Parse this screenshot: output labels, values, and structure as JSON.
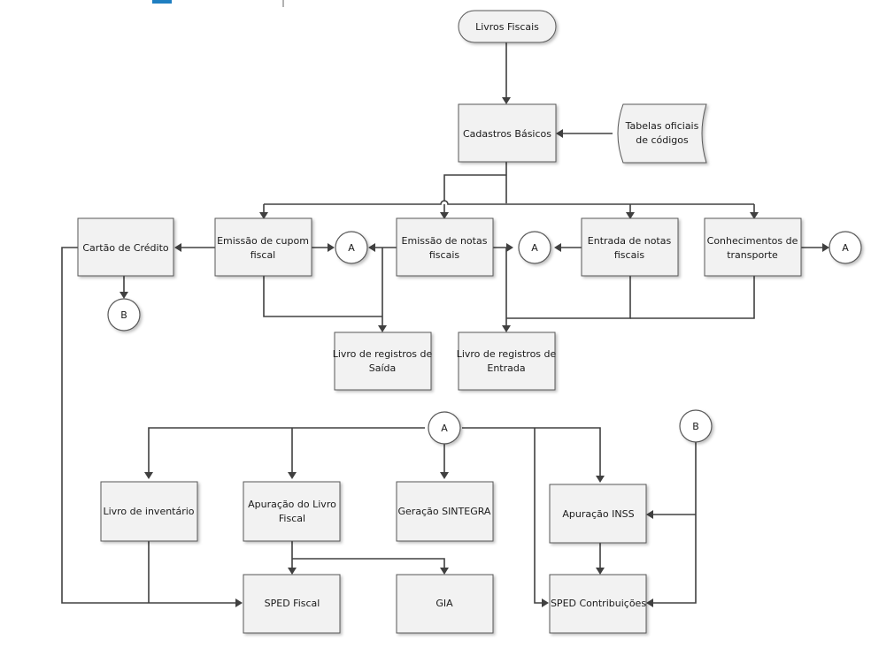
{
  "nodes": {
    "livros_fiscais": "Livros Fiscais",
    "cadastros_basicos": "Cadastros Básicos",
    "tabelas_oficiais": [
      "Tabelas oficiais",
      "de códigos"
    ],
    "cartao_credito": "Cartão de Crédito",
    "emissao_cupom": [
      "Emissão de cupom",
      "fiscal"
    ],
    "emissao_notas": [
      "Emissão de notas",
      "fiscais"
    ],
    "entrada_notas": [
      "Entrada de notas",
      "fiscais"
    ],
    "conhecimentos": [
      "Conhecimentos de",
      "transporte"
    ],
    "livro_saida": [
      "Livro de registros de",
      "Saída"
    ],
    "livro_entrada": [
      "Livro de registros de",
      "Entrada"
    ],
    "livro_inventario": "Livro de inventário",
    "apuracao_livro": [
      "Apuração do Livro",
      "Fiscal"
    ],
    "geracao_sintegra": "Geração SINTEGRA",
    "apuracao_inss": "Apuração INSS",
    "sped_fiscal": "SPED Fiscal",
    "gia": "GIA",
    "sped_contribuicoes": "SPED Contribuições"
  },
  "connectors": {
    "a": "A",
    "b": "B"
  },
  "colors": {
    "box_fill": "#f2f2f2",
    "border": "#595959",
    "line": "#404040",
    "accent": "#1f7fc1"
  }
}
